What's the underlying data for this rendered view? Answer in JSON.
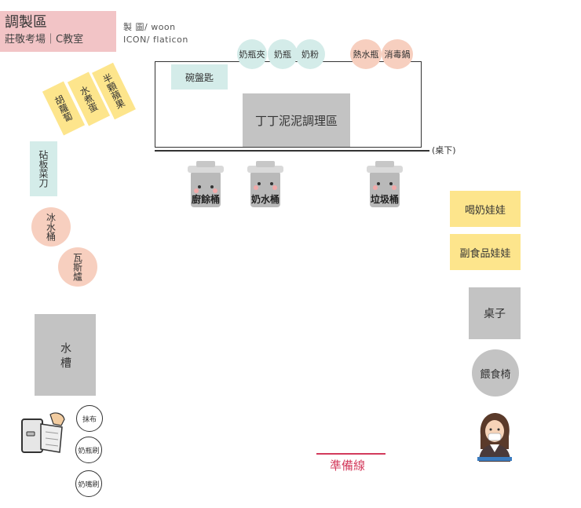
{
  "header": {
    "title": "調製區",
    "subtitle": "莊敬考場｜C教室",
    "credit_line1": "製 圖/ woon",
    "credit_line2": "ICON/ flaticon"
  },
  "counter": {
    "bowl_label": "碗盤匙",
    "prep_label": "丁丁泥泥調理區",
    "under_label": "(桌下)",
    "circles": [
      "奶瓶夾",
      "奶瓶",
      "奶粉",
      "熱水瓶",
      "消毒鍋"
    ]
  },
  "bins": [
    "廚餘桶",
    "奶水桶",
    "垃圾桶"
  ],
  "veggies": [
    "胡蘿蔔",
    "水煮蛋",
    "半顆蘋果"
  ],
  "left": {
    "cutting_board": "砧板菜刀",
    "ice_bucket": "冰水桶",
    "gas_stove": "瓦斯爐",
    "sink": "水 槽",
    "tools": [
      "抹布",
      "奶瓶刷",
      "奶嘴刷"
    ]
  },
  "right": {
    "feed_doll": "喝奶娃娃",
    "food_doll": "副食品娃娃",
    "table": "桌子",
    "high_chair": "餵食椅"
  },
  "ready_line": "準備線",
  "colors": {
    "pink": "#f2c4c6",
    "mint": "#d4ece9",
    "yellow": "#fde58c",
    "grey": "#c3c3c3",
    "red": "#d33b5c"
  }
}
